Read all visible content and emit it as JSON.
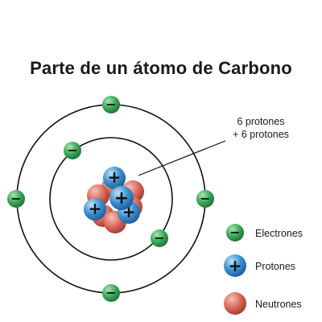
{
  "title": "Parte de un átomo de Carbono",
  "callout": {
    "line1": "6 protones",
    "line2": "+ 6 protones"
  },
  "legend": [
    {
      "key": "electron",
      "label": "Electrones"
    },
    {
      "key": "proton",
      "label": "Protones"
    },
    {
      "key": "neutron",
      "label": "Neutrones"
    }
  ],
  "colors": {
    "electron": "#2e9e4a",
    "proton": "#2f7fc4",
    "neutron": "#d9695a",
    "orbit": "#111111"
  },
  "symbols": {
    "electron": "−",
    "proton": "+"
  }
}
